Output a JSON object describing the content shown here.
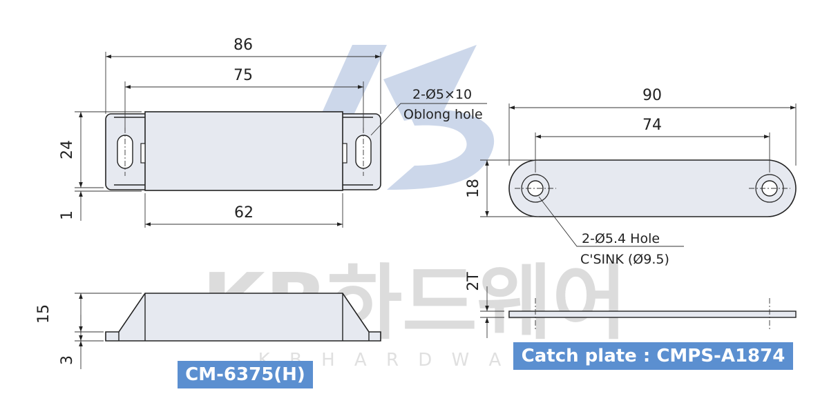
{
  "watermark": {
    "main": "KB하드웨어",
    "sub": "K B  H A R D W A R E"
  },
  "magnet": {
    "dim_overall": "86",
    "dim_hole_pitch": "75",
    "dim_body": "62",
    "dim_height": "24",
    "dim_offset": "1",
    "hole_note_line1": "2-Ø5×10",
    "hole_note_line2": "Oblong hole",
    "side_dim_height": "15",
    "side_dim_flange": "3",
    "model_label": "CM-6375(H)"
  },
  "plate": {
    "dim_overall": "90",
    "dim_hole_pitch": "74",
    "dim_height": "18",
    "dim_thickness": "2T",
    "hole_note_line1": "2-Ø5.4 Hole",
    "hole_note_line2": "C'SINK (Ø9.5)",
    "model_label": "Catch plate : CMPS-A1874"
  },
  "colors": {
    "label_bg": "#5b8fd0",
    "part_fill": "#e6e9f0",
    "watermark_logo": "#c7d3e8",
    "watermark_text": "#d6d6d6"
  }
}
